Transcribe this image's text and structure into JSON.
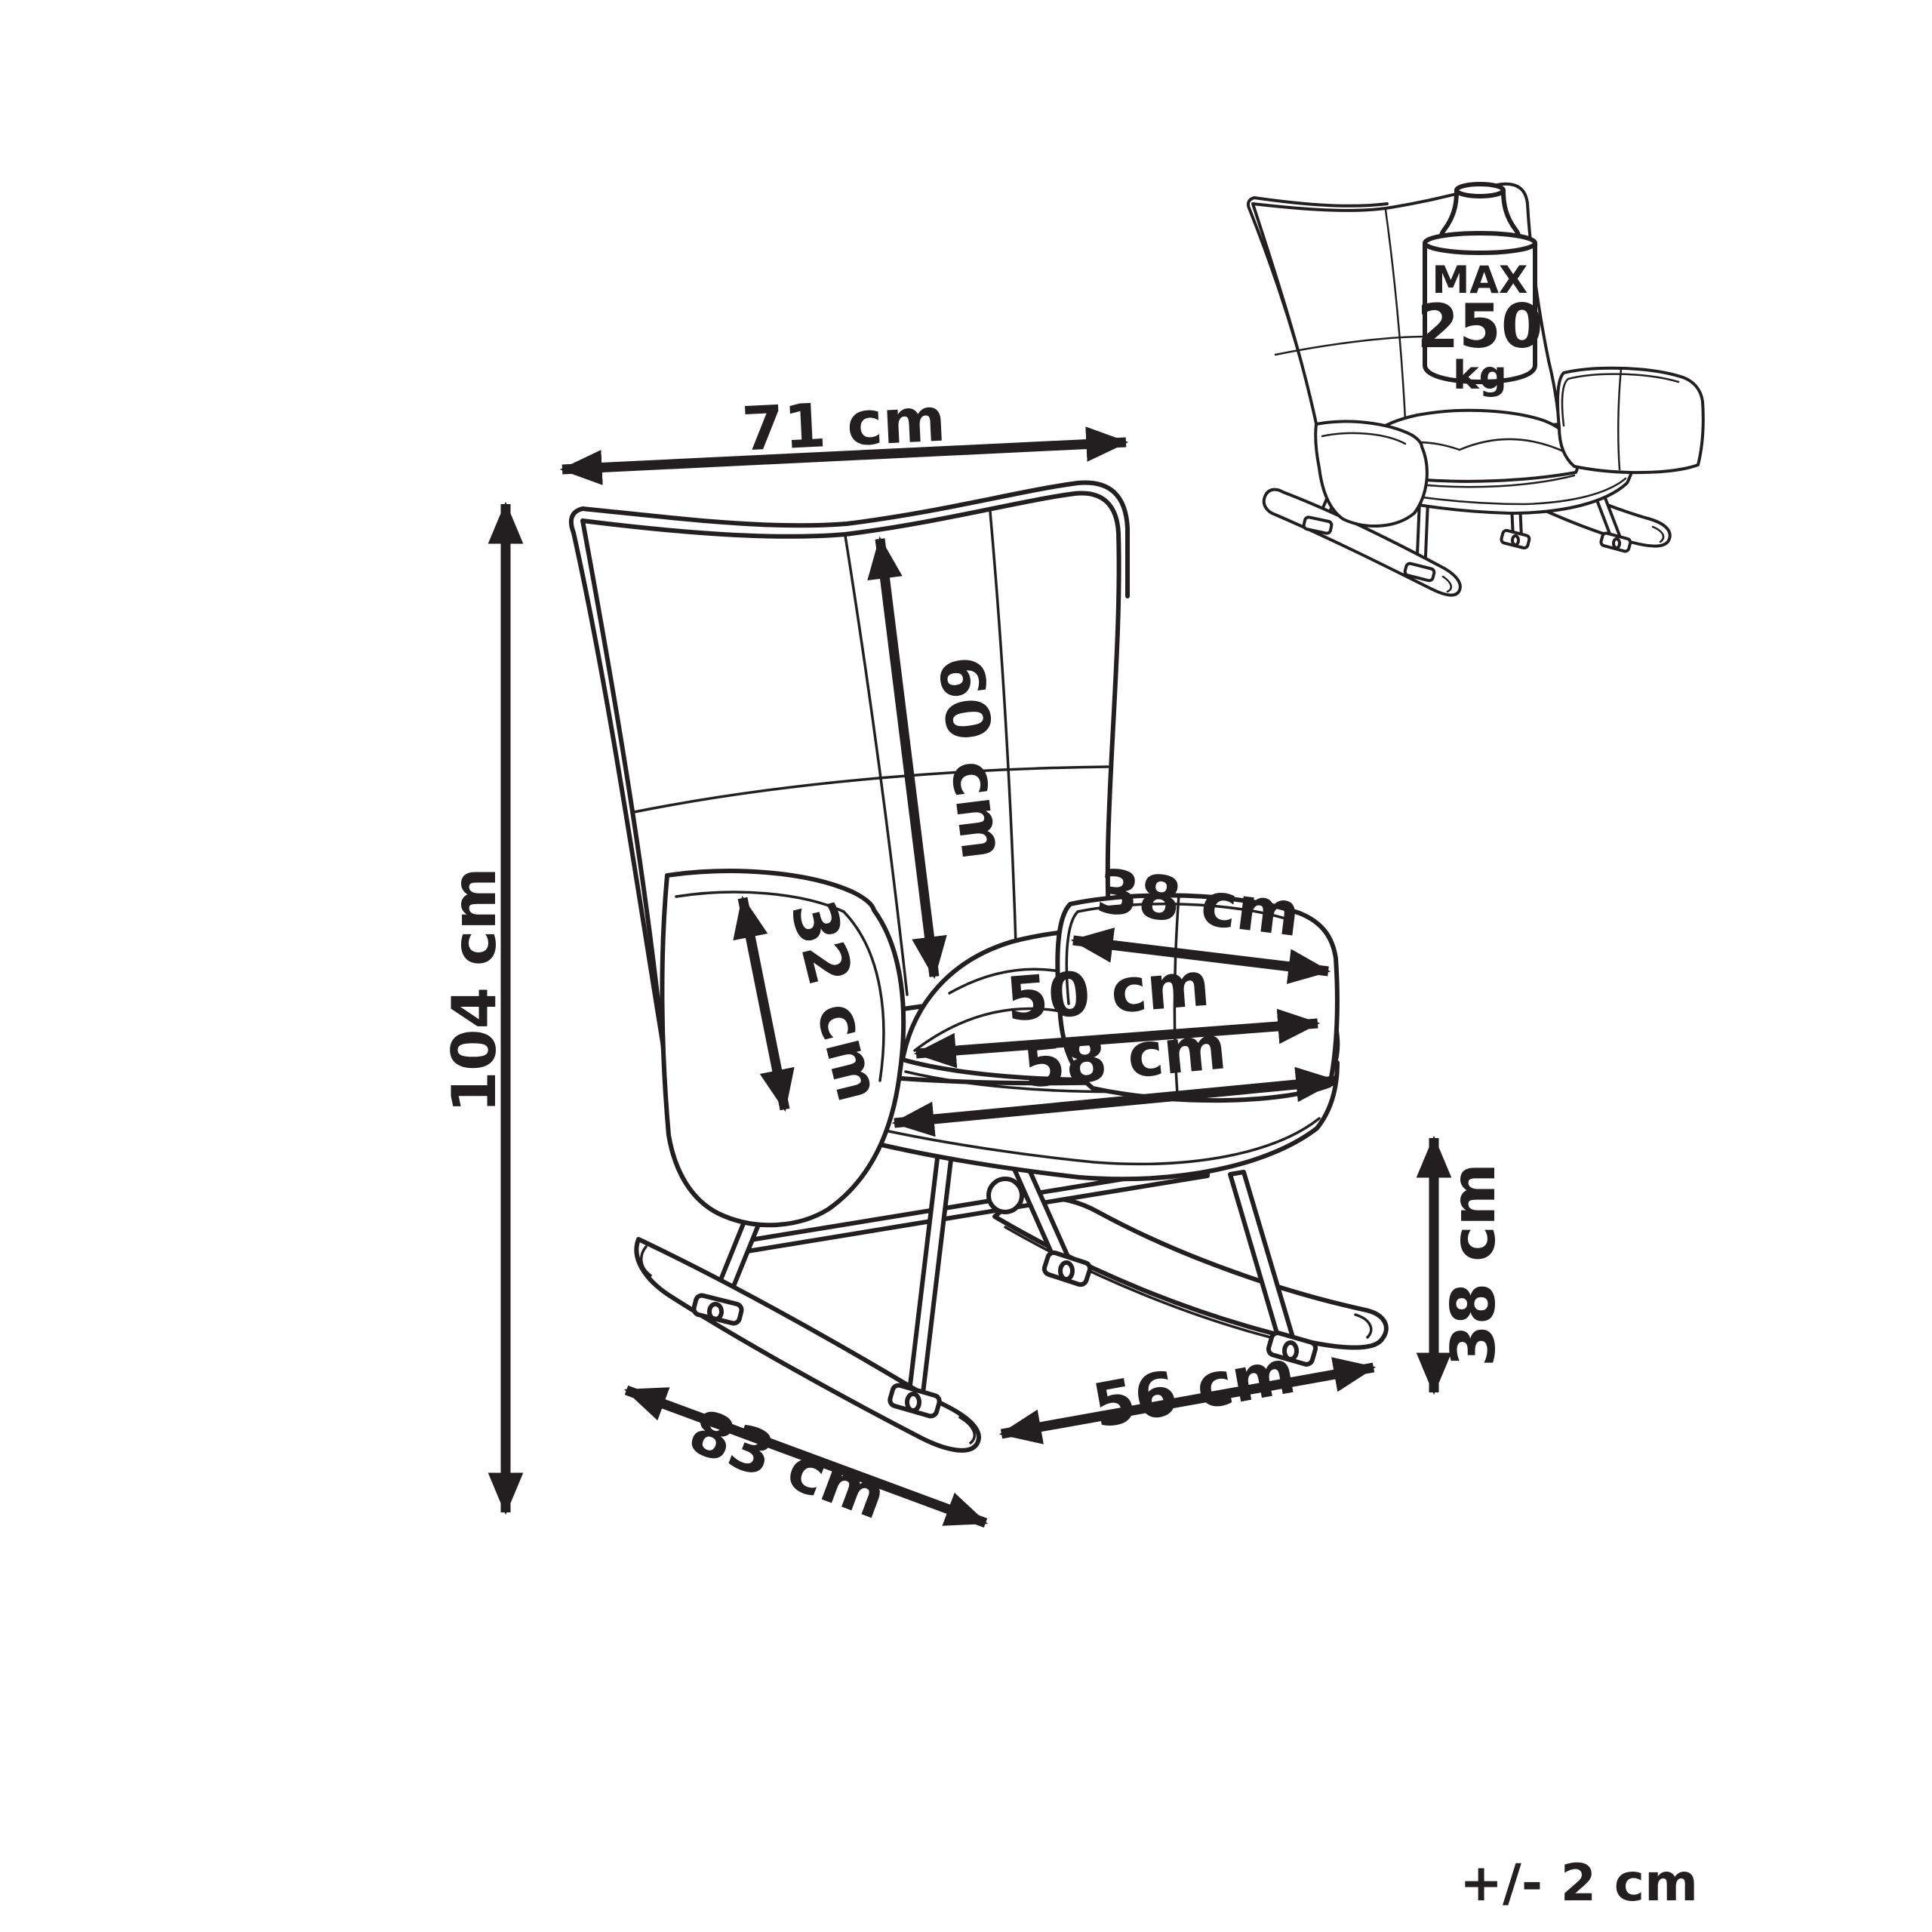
{
  "diagram_title": "Rocking chair dimension diagram",
  "dimensions": {
    "top_width": "71 cm",
    "total_height": "104 cm",
    "backrest_height": "60 cm",
    "armrest_height": "32 cm",
    "armrest_depth": "38 cm",
    "seat_width_inner": "50 cm",
    "seat_width_outer": "58 cm",
    "rocker_height": "38 cm",
    "rocker_rear_length": "56 cm",
    "base_length": "83 cm"
  },
  "weight_badge": {
    "line1": "MAX",
    "line2": "250",
    "line3": "kg"
  },
  "tolerance_note": "+/- 2 cm",
  "colors": {
    "ink": "#231f20",
    "background": "#ffffff"
  }
}
